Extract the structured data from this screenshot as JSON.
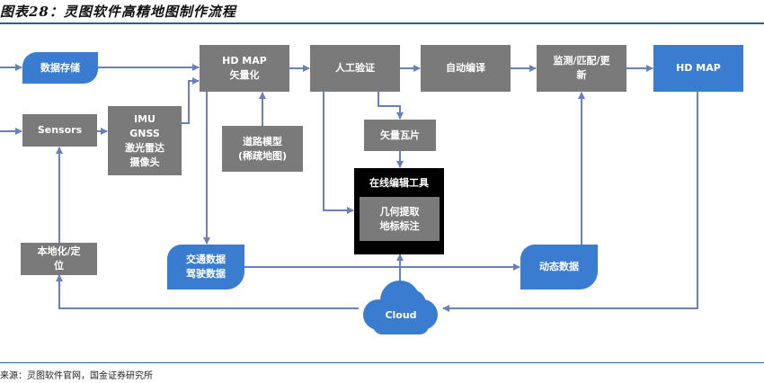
{
  "title": "图表28：灵图软件高精地图制作流程",
  "source": "来源：灵图软件官网，国金证券研究所",
  "colors": {
    "grey_node": "#7a7a7a",
    "blue_node": "#3a7dd0",
    "black_node": "#000000",
    "connector": "#6a80b8",
    "rule": "#2d5f86"
  },
  "nodes": {
    "data_storage": "数据存储",
    "sensors": "Sensors",
    "sensor_types": "IMU\nGNSS\n激光雷达\n摄像头",
    "hdmap_vectorize": "HD MAP\n矢量化",
    "road_model": "道路模型\n(稀疏地图)",
    "manual_verify": "人工验证",
    "auto_compile": "自动编译",
    "monitor_update": "监测/匹配/更\n新",
    "hdmap_output": "HD MAP",
    "vector_tiles": "矢量瓦片",
    "online_editor_title": "在线编辑工具",
    "online_editor_body": "几何提取\n地标标注",
    "localization": "本地化/定\n位",
    "traffic_driving_data": "交通数据\n驾驶数据",
    "dynamic_data": "动态数据",
    "cloud": "Cloud"
  }
}
